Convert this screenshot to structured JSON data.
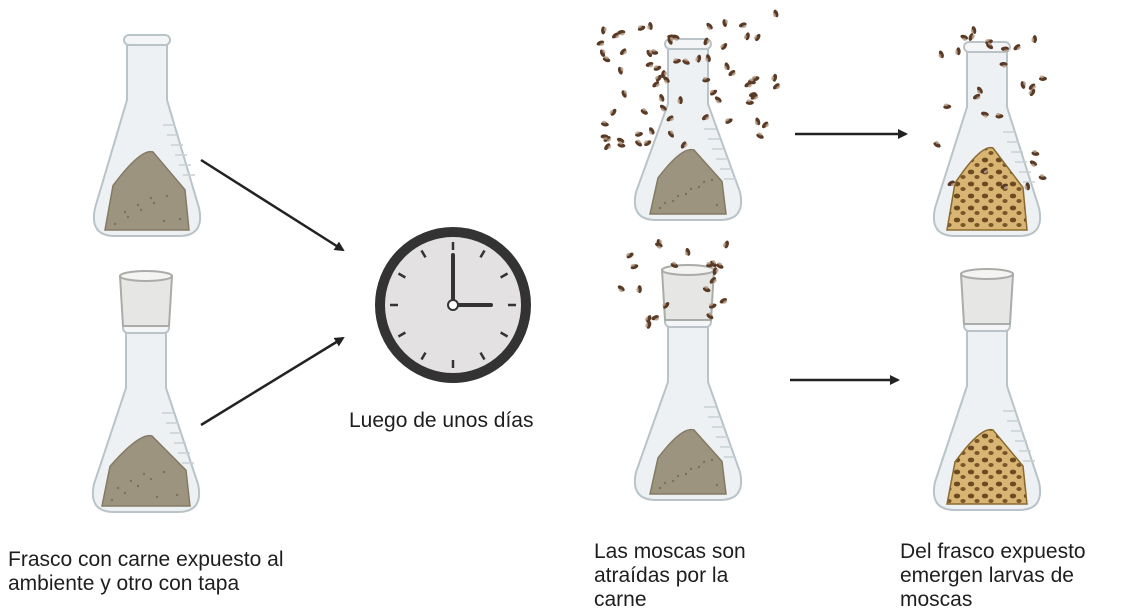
{
  "captions": {
    "left": "Frasco con carne expuesto al\nambiente y otro con tapa",
    "clock": "Luego de unos días",
    "flies": "Las moscas son\natraídas por la\ncarne",
    "larvae": "Del frasco expuesto\nemergen larvas de\nmoscas"
  },
  "colors": {
    "glass": "#eef1f3",
    "glass_outline": "#b9c3c8",
    "meat": "#9d9480",
    "cork": "#e6e6e4",
    "fly": "#5a3a25",
    "larvae": "#d9b574",
    "clock_face": "#e4e1e3",
    "clock_rim": "#333333"
  },
  "clock": {
    "hour": 3,
    "minute": 0
  }
}
